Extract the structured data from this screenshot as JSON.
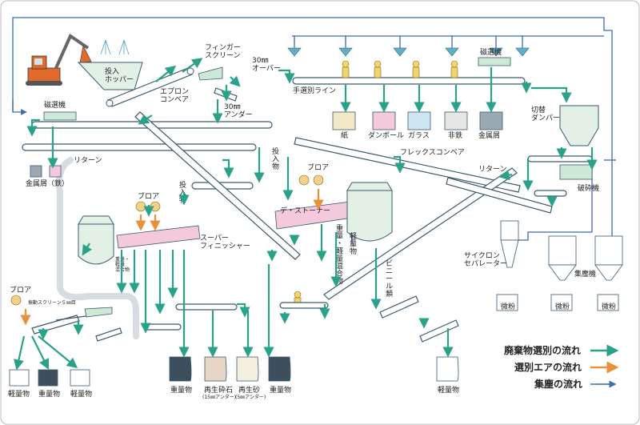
{
  "title": "",
  "colors": {
    "sorting_flow": "#2aa189",
    "air_flow": "#e8913a",
    "dust_flow": "#3a6ab0",
    "machine_fill": "#e2f0e6",
    "shredder_pink": "#f4c9dc"
  },
  "labels": {
    "hopper": "投入\nホッパー",
    "apron_conveyor": "エプロン\nコンベア",
    "finger_screen": "フィンガー\nスクリーン",
    "over30": "30㎜\nオーバー",
    "under30": "30㎜\nアンダー",
    "magnet_left": "磁選機",
    "magnet_right": "磁選機",
    "hand_sort_line": "手選別ライン",
    "paper": "紙",
    "cardboard": "ダンボール",
    "glass": "ガラス",
    "nonferrous": "非鉄",
    "metal_scrap": "金属屑",
    "switch_damper": "切替\nダンパー",
    "crusher": "破砕機",
    "flex_conveyor": "フレックスコンベア",
    "return_left": "リターン",
    "return_right": "リターン",
    "metal_iron": "金属屑（鉄）",
    "blower_1": "ブロア",
    "blower_2": "ブロア",
    "blower_3": "ブロア",
    "input_1": "投入物",
    "input_2": "投入物",
    "destoner": "デ・ストーナー",
    "super_finisher": "スーパー\nフィニッシャー",
    "heavy_light_mix": "重量・\n軽量\n混合物",
    "heavy_light_mix_2": "重量・軽量混合物",
    "light_material": "軽量物",
    "vinyl": "ビニール類",
    "cyclone": "サイクロン\nセパレーター",
    "dust_collector": "集塵機",
    "fine_powder_1": "微粉",
    "fine_powder_2": "微粉",
    "fine_powder_3": "微粉",
    "vibrating_screen": "振動スクリーン５㎜目",
    "out_light_1": "軽量物",
    "out_heavy_1": "重量物",
    "out_light_2": "軽量物",
    "out_heavy_2": "重量物",
    "out_gravel": "再生砕石",
    "out_gravel_sub": "(15㎜アンダー)",
    "out_sand": "再生砂",
    "out_sand_sub": "(5㎜アンダー)",
    "out_heavy_3": "重量物",
    "out_light_3": "軽量物"
  },
  "legend": [
    {
      "label": "廃棄物選別の流れ",
      "color": "#2aa189"
    },
    {
      "label": "選別エアの流れ",
      "color": "#e8913a"
    },
    {
      "label": "集塵の流れ",
      "color": "#3a6ab0"
    }
  ]
}
